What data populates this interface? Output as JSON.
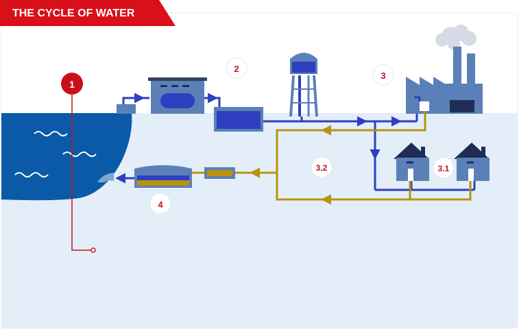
{
  "title": "THE CYCLE OF WATER",
  "steps": {
    "s1": "1",
    "s2": "2",
    "s3": "3",
    "s31": "3.1",
    "s32": "3.2",
    "s4": "4"
  },
  "colors": {
    "banner": "#d90f19",
    "sea": "#0a5aa8",
    "underground": "#e3eef9",
    "clean_pipe": "#2e3fbf",
    "waste_pipe": "#b8930f",
    "building": "#5b80b8",
    "marker_red": "#c8101c"
  },
  "icons": {
    "reservoir": "sea-icon",
    "treatment": "treatment-plant-icon",
    "storage": "storage-tank-icon",
    "tower": "water-tower-icon",
    "factory": "factory-icon",
    "houses": "house-icon",
    "wastewater": "wastewater-plant-icon"
  }
}
